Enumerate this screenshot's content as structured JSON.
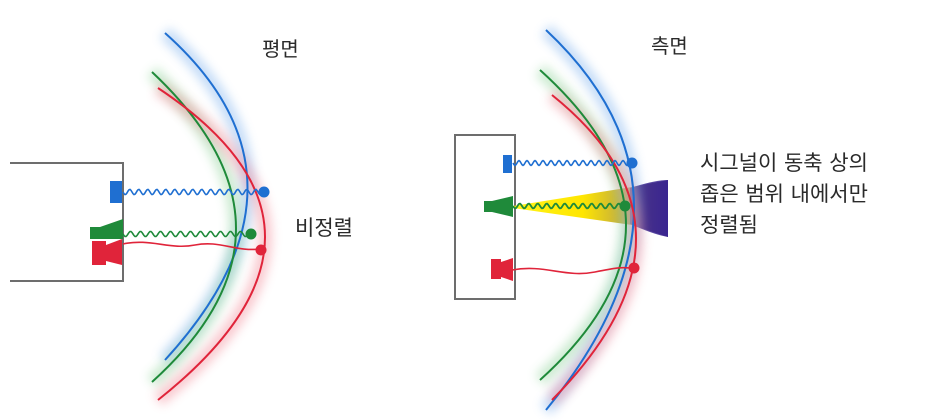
{
  "labels": {
    "plan": "평면",
    "side": "측면",
    "misaligned": "비정렬",
    "note_lines": [
      "시그널이 동축 상의",
      "좁은 범위 내에서만",
      "정렬됨"
    ]
  },
  "colors": {
    "blue": "#1f6fd1",
    "green": "#1f8a3a",
    "red": "#e0243a",
    "box": "#6d6d6d",
    "beam_start": "#fff000",
    "beam_end": "#3a1f8a"
  },
  "icons": {
    "tweeter": "blue-rect-icon",
    "midrange": "green-horn-icon",
    "woofer": "red-speaker-icon"
  }
}
